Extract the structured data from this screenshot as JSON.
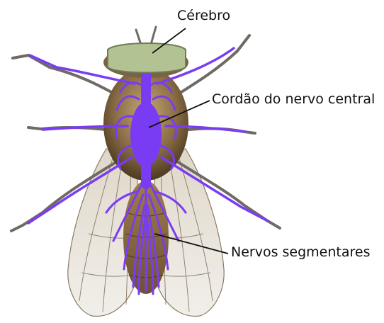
{
  "labels": {
    "brain": "Cérebro",
    "central_cord": "Cordão do nervo central",
    "segmental_nerves": "Nervos segmentares"
  },
  "colors": {
    "nerve": "#7a3cf2",
    "brain_fill": "#b3c293",
    "brain_stroke": "#6f7b54",
    "leader_line": "#111111",
    "wing_membrane": "#d9d2c4",
    "wing_vein": "#6b5a40",
    "body": "#8a6d45",
    "leg": "#6f6a63"
  },
  "icons": {
    "specimen": "fly-illustration"
  }
}
